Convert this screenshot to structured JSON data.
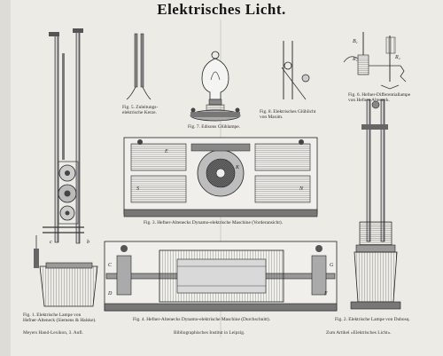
{
  "title": "Elektrisches Licht.",
  "captions": {
    "fig1": [
      "Fig. 1. Elektrische Lampe von",
      "Hefner-Alteneck (Siemens & Halske)."
    ],
    "fig2": [
      "Fig. 2. Elektrische Lampe von Dubosq."
    ],
    "fig3": [
      "Fig. 3. Hefner-Altenecks Dynamo-elektrische Maschine (Vorderansicht)."
    ],
    "fig4": [
      "Fig. 4. Hefner-Altenecks Dynamo-elektrische Maschine (Durchschnitt)."
    ],
    "fig5": [
      "Fig. 5. Zuleitungs-",
      "elektrische Kerze."
    ],
    "fig6": [
      "Fig. 6. Hefner-Differentiallampe",
      "von Hefner-Alteneck."
    ],
    "fig7": [
      "Fig. 7. Edisons Glühlampe."
    ],
    "fig8": [
      "Fig. 8. Elektrisches Glühlicht",
      "von Maxim."
    ]
  },
  "footer": {
    "left": "Meyers Hand-Lexikon, 3. Aufl.",
    "center": "Bibliographisches Institut in Leipzig.",
    "right": "Zum Artikel »Elektrisches Licht«."
  },
  "labels": {
    "E": "E",
    "S": "S",
    "N": "N",
    "C": "C",
    "D": "D",
    "G": "G",
    "K": "K",
    "F": "F",
    "B1": "B₁",
    "R1": "R₁",
    "R2": "R₂",
    "c": "c",
    "b": "b"
  }
}
